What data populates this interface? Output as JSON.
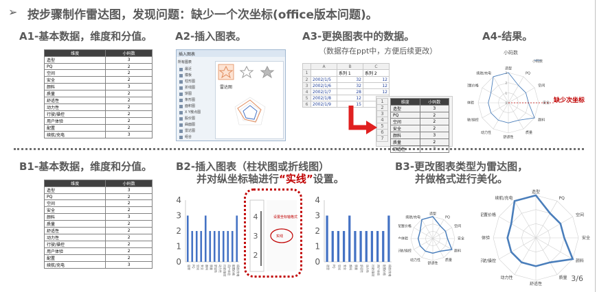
{
  "header": {
    "arrow": "➢",
    "title": "按步骤制作雷达图，发现问题：缺少一个次坐标(office版本问题)。"
  },
  "steps": {
    "a1": "A1-基本数据，维度和分值。",
    "a2": "A2-插入图表。",
    "a3": "A3-更换图表中的数据。",
    "a3_note": "（数据存在ppt中，方便后续更改）",
    "a4": "A4-结果。",
    "b1": "B1-基本数据，维度和分值。",
    "b2_line1": "B2-插入图表（柱状图或折线图）",
    "b2_line2_pre": "并对纵坐标轴进行",
    "b2_line2_mark": "“实线”",
    "b2_line2_post": "设置。",
    "b3_line1": "B3-更改图表类型为雷达图，",
    "b3_line2": "并做格式进行美化。"
  },
  "data_table": {
    "headers": [
      "维度",
      "小码数"
    ],
    "rows": [
      [
        "造型",
        "3"
      ],
      [
        "PQ",
        "2"
      ],
      [
        "空间",
        "2"
      ],
      [
        "安全",
        "2"
      ],
      [
        "颜料",
        "3"
      ],
      [
        "质量",
        "2"
      ],
      [
        "舒适性",
        "2"
      ],
      [
        "动力性",
        "2"
      ],
      [
        "行驶/操控",
        "2"
      ],
      [
        "用户体验",
        "2"
      ],
      [
        "配置",
        "2"
      ],
      [
        "续航/充电",
        "3"
      ]
    ]
  },
  "dialog": {
    "title": "插入图表",
    "category_header": "所有图表",
    "items": [
      "最近",
      "模板",
      "柱形图",
      "折线图",
      "饼图",
      "条形图",
      "面积图",
      "X Y散点图",
      "股价图",
      "曲面图",
      "雷达图",
      "组合"
    ],
    "preview_title": "雷达图"
  },
  "excel": {
    "col_headers": [
      "",
      "A",
      "B",
      "C"
    ],
    "rows": [
      [
        "1",
        "",
        "系列 1",
        "系列 2"
      ],
      [
        "2",
        "2002/1/5",
        "32",
        "12"
      ],
      [
        "3",
        "2002/1/6",
        "32",
        "12"
      ],
      [
        "4",
        "2002/1/7",
        "28",
        "12"
      ],
      [
        "5",
        "2002/1/8",
        "12",
        "21"
      ],
      [
        "6",
        "2002/1/9",
        "15",
        "12"
      ]
    ],
    "row_numbers": [
      "1",
      "2",
      "3",
      "4",
      "5",
      "6",
      "7"
    ],
    "pasted_headers": [
      "维度",
      "小码数"
    ],
    "pasted_rows": [
      [
        "造型",
        "3"
      ],
      [
        "PQ",
        "2"
      ],
      [
        "空间",
        "2"
      ],
      [
        "安全",
        "2"
      ],
      [
        "颜料",
        "3"
      ],
      [
        "质量",
        "2"
      ],
      [
        "舒适性",
        "2"
      ]
    ]
  },
  "radar_a4": {
    "title": "小码数",
    "legend": "小码数",
    "labels": [
      "造型",
      "PQ",
      "空间",
      "安全",
      "颜料",
      "质量",
      "舒适性",
      "动力性",
      "行驶/操控",
      "用户体验",
      "配置价格",
      "续航/充电"
    ],
    "ticks": [
      "0",
      "1",
      "2",
      "3"
    ],
    "missing_label": "缺少次坐标"
  },
  "bar_chart_b2": {
    "y_ticks": [
      "4",
      "3",
      "2",
      "1",
      "0"
    ],
    "values": [
      3,
      2,
      2,
      2,
      3,
      2,
      2,
      2,
      2,
      2,
      2,
      3
    ],
    "categories": [
      "造型",
      "PQ",
      "空间",
      "安全",
      "颜料",
      "质量",
      "舒适性",
      "动力性",
      "行驶/操控",
      "用户体验",
      "配置价格",
      "续航/充电"
    ]
  },
  "zoom_b2": {
    "y_ticks": [
      "4",
      "3",
      "2"
    ],
    "menu_items": [
      "设置坐标轴格式",
      "实线"
    ]
  },
  "radar_b3_small": {
    "labels": [
      "造型",
      "PQ",
      "空间",
      "安全",
      "颜料",
      "质量",
      "舒适性",
      "动力性",
      "行驶/操控",
      "用户体验",
      "配置价格",
      "续航/充电"
    ],
    "values": [
      3,
      2,
      2,
      2,
      3,
      2,
      2,
      2,
      2,
      2,
      2,
      3
    ]
  },
  "radar_b3_large": {
    "labels": [
      "造型",
      "PQ",
      "空间",
      "安全",
      "颜料",
      "质量",
      "舒适性",
      "动力性",
      "行驶/操控",
      "用户体验",
      "配置价格",
      "续航/充电"
    ],
    "values": [
      3,
      2,
      2,
      2,
      3,
      2,
      2,
      2,
      2,
      2,
      2,
      3
    ]
  },
  "page_number": "3/6",
  "colors": {
    "chart_blue": "#4472c4",
    "radar_blue": "#4a7ebb",
    "accent_red": "#c00000"
  }
}
